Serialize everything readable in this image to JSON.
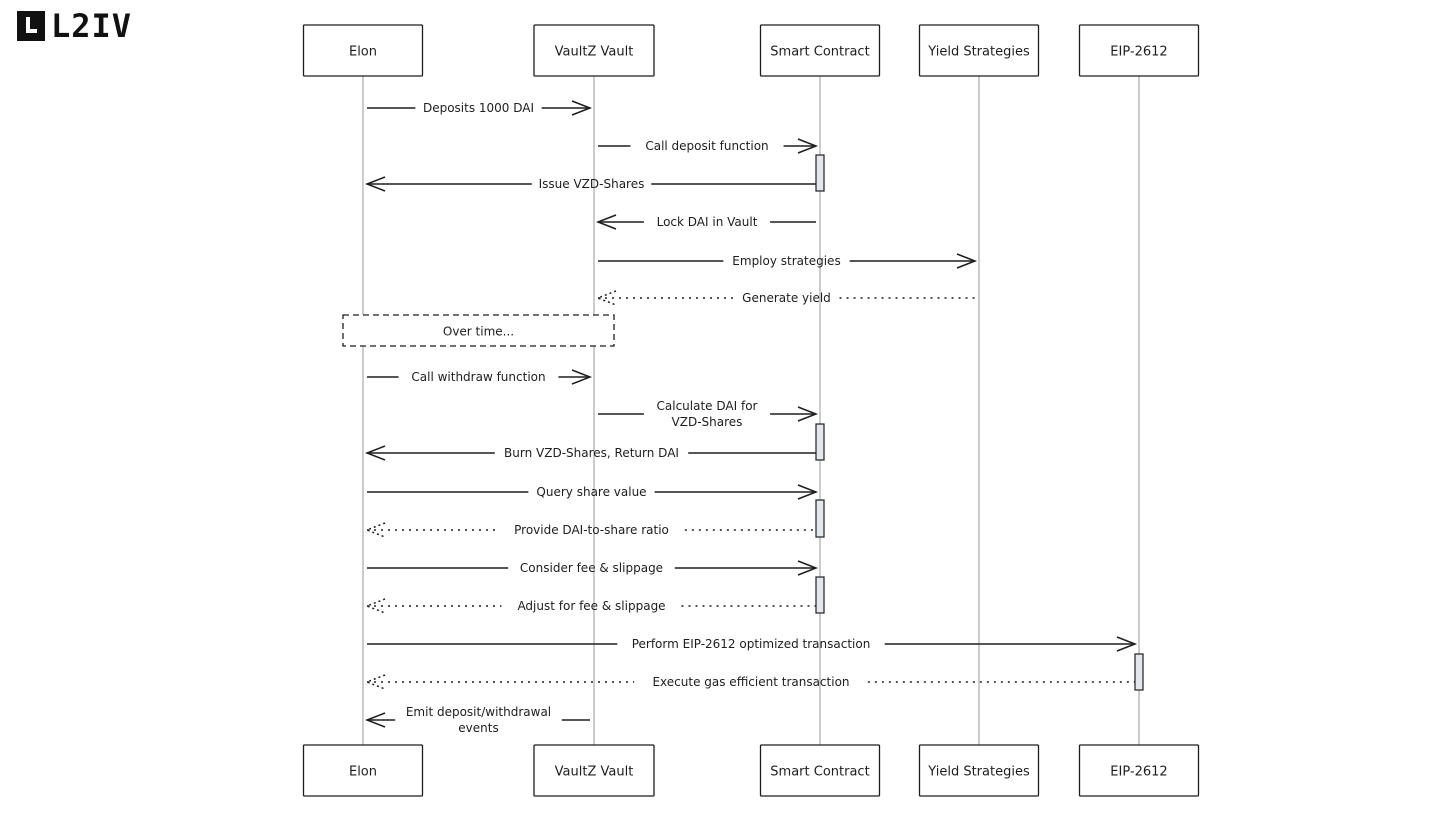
{
  "logo": {
    "text": "L2IV"
  },
  "colors": {
    "ink": "#1e1e1e",
    "lifeline": "#9a9a9a",
    "activation_fill": "#e3e8f0"
  },
  "participants": [
    {
      "id": "elon",
      "label": "Elon"
    },
    {
      "id": "vault",
      "label": "VaultZ Vault"
    },
    {
      "id": "contract",
      "label": "Smart Contract"
    },
    {
      "id": "yield",
      "label": "Yield Strategies"
    },
    {
      "id": "eip",
      "label": "EIP-2612"
    }
  ],
  "messages": [
    {
      "from": "elon",
      "to": "vault",
      "lines": [
        "Deposits 1000 DAI"
      ],
      "style": "solid"
    },
    {
      "from": "vault",
      "to": "contract",
      "lines": [
        "Call deposit function"
      ],
      "style": "solid"
    },
    {
      "from": "contract",
      "to": "elon",
      "lines": [
        "Issue VZD-Shares"
      ],
      "style": "solid"
    },
    {
      "from": "contract",
      "to": "vault",
      "lines": [
        "Lock DAI in Vault"
      ],
      "style": "solid"
    },
    {
      "from": "vault",
      "to": "yield",
      "lines": [
        "Employ strategies"
      ],
      "style": "solid"
    },
    {
      "from": "yield",
      "to": "vault",
      "lines": [
        "Generate yield"
      ],
      "style": "dotted"
    },
    {
      "note": true,
      "lines": [
        "Over time..."
      ]
    },
    {
      "from": "elon",
      "to": "vault",
      "lines": [
        "Call withdraw function"
      ],
      "style": "solid"
    },
    {
      "from": "vault",
      "to": "contract",
      "lines": [
        "Calculate DAI for",
        "VZD-Shares"
      ],
      "style": "solid"
    },
    {
      "from": "contract",
      "to": "elon",
      "lines": [
        "Burn VZD-Shares, Return DAI"
      ],
      "style": "solid"
    },
    {
      "from": "elon",
      "to": "contract",
      "lines": [
        "Query share value"
      ],
      "style": "solid"
    },
    {
      "from": "contract",
      "to": "elon",
      "lines": [
        "Provide DAI-to-share ratio"
      ],
      "style": "dotted"
    },
    {
      "from": "elon",
      "to": "contract",
      "lines": [
        "Consider fee & slippage"
      ],
      "style": "solid"
    },
    {
      "from": "contract",
      "to": "elon",
      "lines": [
        "Adjust for fee & slippage"
      ],
      "style": "dotted"
    },
    {
      "from": "elon",
      "to": "eip",
      "lines": [
        "Perform EIP-2612 optimized transaction"
      ],
      "style": "solid"
    },
    {
      "from": "eip",
      "to": "elon",
      "lines": [
        "Execute gas efficient transaction"
      ],
      "style": "dotted"
    },
    {
      "from": "vault",
      "to": "elon",
      "lines": [
        "Emit deposit/withdrawal",
        "events"
      ],
      "style": "solid"
    }
  ]
}
